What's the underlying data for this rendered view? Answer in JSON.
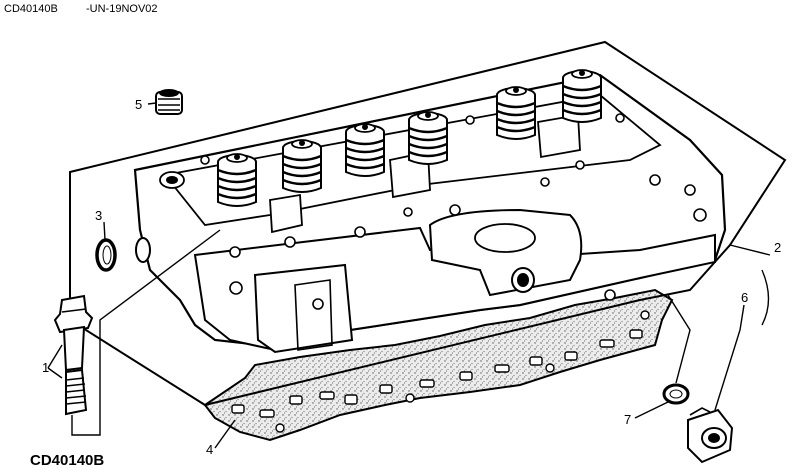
{
  "header": {
    "left_code": "CD40140B",
    "right_code": "-UN-19NOV02"
  },
  "figure_label": "CD40140B",
  "callouts": [
    {
      "id": "c1",
      "text": "1"
    },
    {
      "id": "c2",
      "text": "2"
    },
    {
      "id": "c3",
      "text": "3"
    },
    {
      "id": "c4",
      "text": "4"
    },
    {
      "id": "c5",
      "text": "5"
    },
    {
      "id": "c6",
      "text": "6"
    },
    {
      "id": "c7",
      "text": "7"
    }
  ],
  "colors": {
    "ink": "#000000",
    "paper": "#ffffff",
    "gasket": "#e6e6e6"
  }
}
